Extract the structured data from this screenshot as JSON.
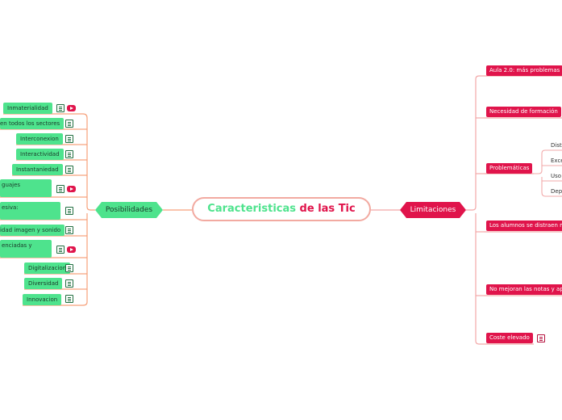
{
  "central": {
    "title_part1": "Caracteristicas",
    "title_part2": "de las Tic"
  },
  "left": {
    "label": "Posibilidades",
    "items": [
      {
        "label": "Inmaterialidad"
      },
      {
        "label": "en todos los sectores"
      },
      {
        "label": "Interconexion"
      },
      {
        "label": "Interactividad"
      },
      {
        "label": "Instantaniedad"
      },
      {
        "label": "guajes"
      },
      {
        "label": "esiva:"
      },
      {
        "label": "idad imagen y sonido"
      },
      {
        "label": "enciadas y"
      },
      {
        "label": "Digitalizacion"
      },
      {
        "label": "Diversidad"
      },
      {
        "label": "Innovacion"
      }
    ]
  },
  "right": {
    "label": "Limitaciones",
    "items": [
      {
        "label": "Aula 2.0: más problemas"
      },
      {
        "label": "Necesidad de formación"
      },
      {
        "label": "Problemáticas",
        "children": [
          "Distr",
          "Exce",
          "Uso",
          "Dep"
        ]
      },
      {
        "label": "Los alumnos se distraen m"
      },
      {
        "label": "No mejoran las notas y ap"
      },
      {
        "label": "Coste elevado"
      }
    ]
  },
  "colors": {
    "left_accent": "#4ee38d",
    "right_accent": "#e0144b",
    "left_line": "#f6a07a",
    "right_line": "#f2a8a8"
  }
}
